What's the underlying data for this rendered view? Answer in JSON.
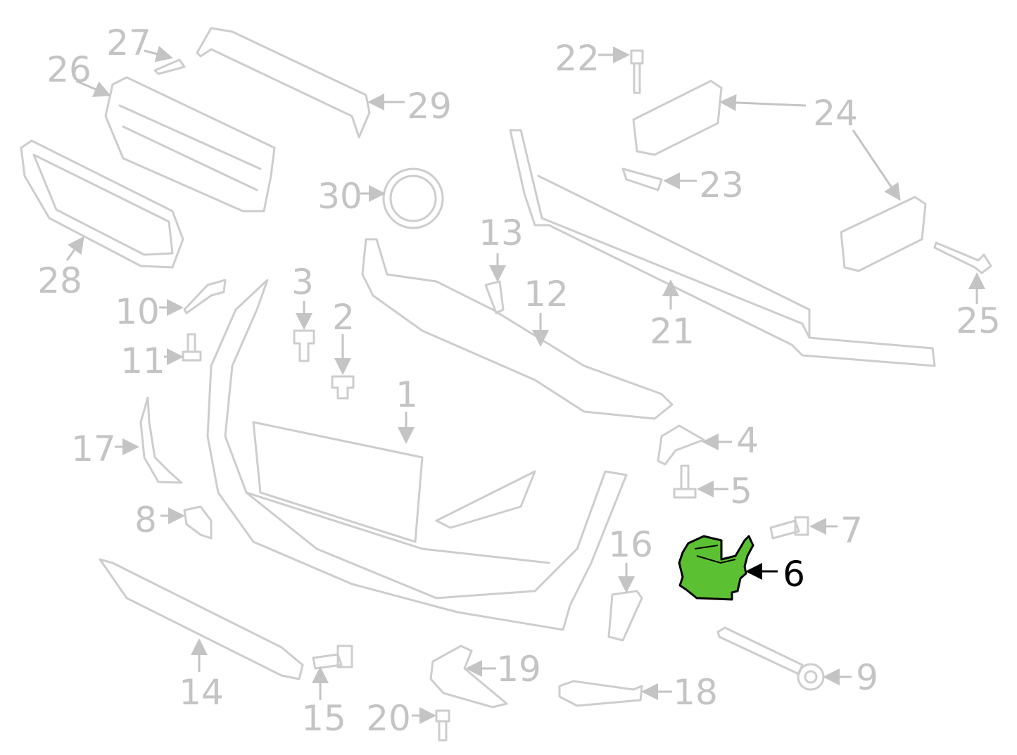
{
  "diagram": {
    "highlight_color": "#5cc132",
    "highlighted_part": "6",
    "callouts": [
      "1",
      "2",
      "3",
      "4",
      "5",
      "6",
      "7",
      "8",
      "9",
      "10",
      "11",
      "12",
      "13",
      "14",
      "15",
      "16",
      "17",
      "18",
      "19",
      "20",
      "21",
      "22",
      "23",
      "24",
      "25",
      "26",
      "27",
      "28",
      "29",
      "30"
    ]
  }
}
